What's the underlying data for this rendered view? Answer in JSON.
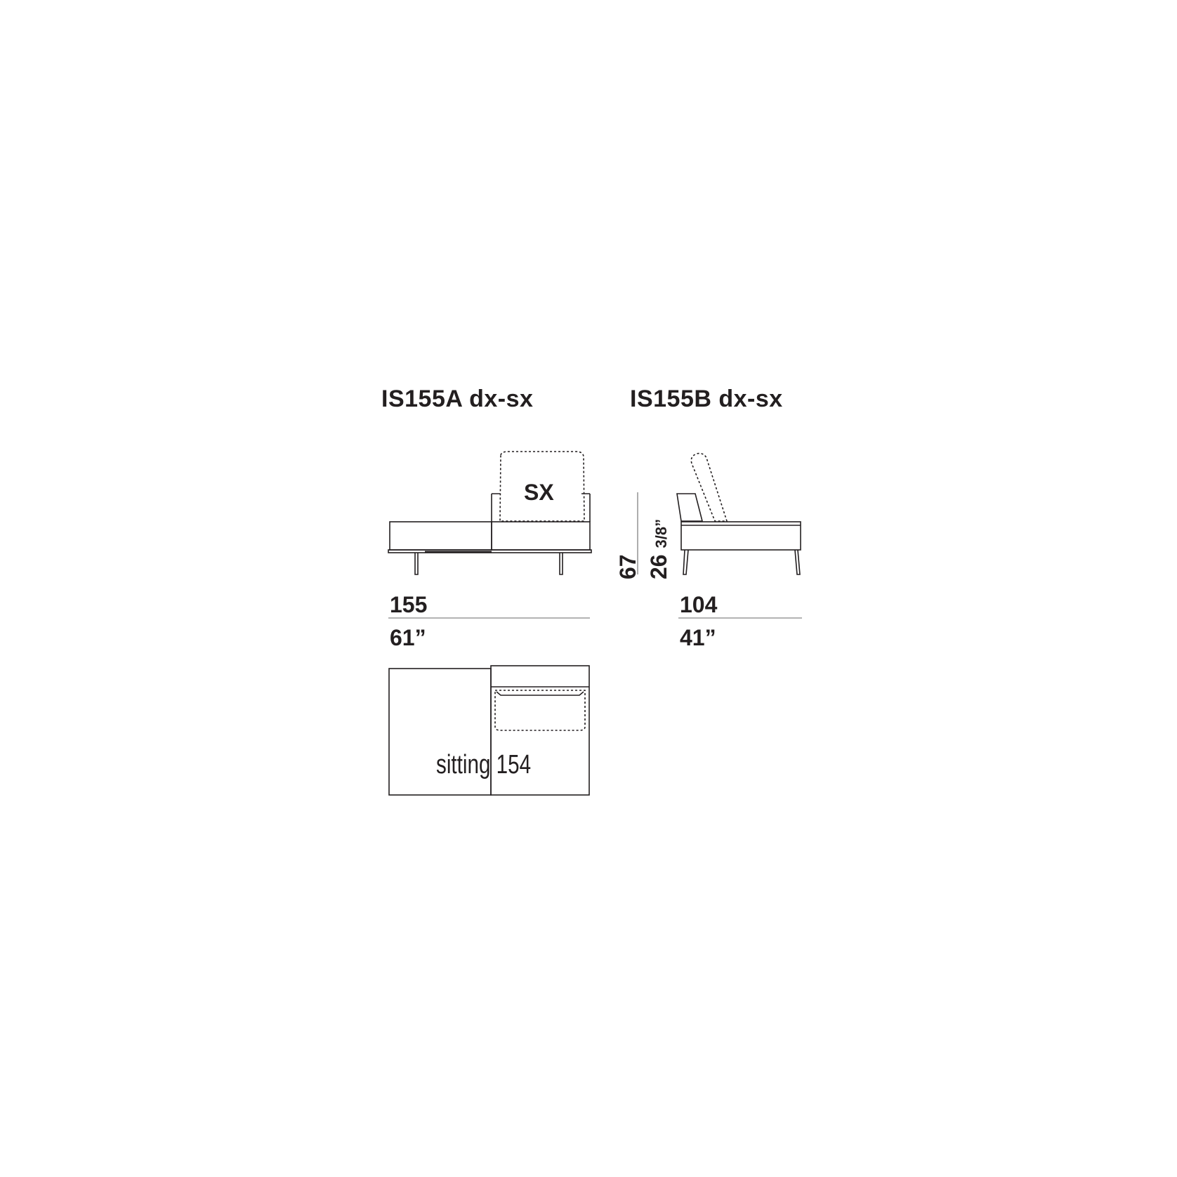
{
  "module_a": {
    "title": "IS155A dx-sx",
    "side_label": "SX",
    "width_cm": "155",
    "width_in": "61”",
    "plan_label": "sitting 154"
  },
  "module_b": {
    "title": "IS155B dx-sx",
    "height_cm": "67",
    "seat_height_in_whole": "26 ",
    "seat_height_in_frac": "3/8”",
    "width_cm": "104",
    "width_in": "41”"
  }
}
